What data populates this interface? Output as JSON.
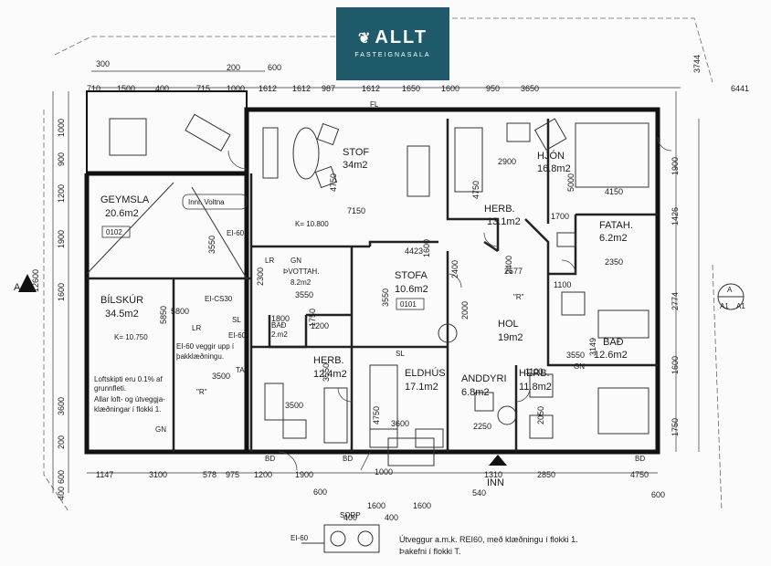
{
  "logo": {
    "brand": "ALLT",
    "tagline": "FASTEIGNASALA",
    "icon": "leaf-icon",
    "color": "#1f5a6b"
  },
  "rooms": {
    "stof_large": {
      "name": "STOF",
      "area": "34m2"
    },
    "hjon": {
      "name": "HJÓN",
      "area": "16.8m2"
    },
    "geymsla": {
      "name": "GEYMSLA",
      "area": "20.6m2"
    },
    "herb_top": {
      "name": "HERB.",
      "area": "13.1m2"
    },
    "fatah": {
      "name": "FATAH.",
      "area": "6.2m2"
    },
    "bilskur": {
      "name": "BÍLSKÚR",
      "area": "34.5m2"
    },
    "thvottah": {
      "name": "ÞVOTTAH.",
      "area": "8.2m2"
    },
    "stofa": {
      "name": "STOFA",
      "area": "10.6m2"
    },
    "hol": {
      "name": "HOL",
      "area": "19m2"
    },
    "bad": {
      "name": "BAÐ",
      "area": "12.6m2"
    },
    "bad_small": {
      "name": "BAÐ",
      "area": "2.m2"
    },
    "herb_mid": {
      "name": "HERB.",
      "area": "12.4m2"
    },
    "eldhus": {
      "name": "ELDHÚS",
      "area": "17.1m2"
    },
    "anddyri": {
      "name": "ANDDYRI",
      "area": "6.8m2"
    },
    "herb_right": {
      "name": "HERB.",
      "area": "11.8m2"
    }
  },
  "labels": {
    "innl_voltna": "Innl. Voltna",
    "ei60": "EI-60",
    "ei_cs30": "EI-CS30",
    "sl": "SL",
    "gn": "GN",
    "lr": "LR",
    "fl": "FL",
    "bd": "BD",
    "ta": "TA",
    "r": "\"R\"",
    "k_top": "K= 10.800",
    "k_bil": "K= 10.750",
    "code_0102": "0102",
    "code_0101": "0101",
    "inn": "INN",
    "sorp": "SORP",
    "garage_note_1": "EI-60 veggir upp í",
    "garage_note_2": "þakklæðningu.",
    "vent_note_1": "Loftskipti eru 0.1% af",
    "vent_note_2": "grunnfleti.",
    "vent_note_3": "Allar loft- og útveggja-",
    "vent_note_4": "klæðningar í flokki 1.",
    "bottom_note_1": "Útveggur a.m.k. REI60, með klæðningu í flokki 1.",
    "bottom_note_2": "Þakefni í flokki T."
  },
  "dimensions": {
    "top_row1": [
      "300",
      "200",
      "600"
    ],
    "top_row2": [
      "710",
      "1500",
      "400",
      "715",
      "1000",
      "1612",
      "1612",
      "987",
      "1612",
      "1650",
      "1600",
      "950",
      "3650"
    ],
    "right_outer": [
      "3744",
      "6441"
    ],
    "right_inner": [
      "1900",
      "1426",
      "2774",
      "1600",
      "1750"
    ],
    "left_outer": [
      "1000",
      "900",
      "1200",
      "1900",
      "1600",
      "3600",
      "200",
      "600",
      "400"
    ],
    "left_main": "12600",
    "bottom_row1": [
      "1147",
      "3100",
      "578",
      "975",
      "1200",
      "1900",
      "1310",
      "2850",
      "4750"
    ],
    "bottom_row2": [
      "600",
      "540",
      "600"
    ],
    "sorp_dims": [
      "1600",
      "1600",
      "400",
      "400"
    ],
    "interior": [
      "4750",
      "7150",
      "2900",
      "4750",
      "5000",
      "4150",
      "1700",
      "3550",
      "2350",
      "2300",
      "3550",
      "3550",
      "4423",
      "2577",
      "2400",
      "1600",
      "2000",
      "1100",
      "3550",
      "3149",
      "3500",
      "5850",
      "5800",
      "1800",
      "1750",
      "1200",
      "3500",
      "3550",
      "3600",
      "4750",
      "2250",
      "1100",
      "2050",
      "1000",
      "2400"
    ]
  },
  "section_markers": {
    "left": "A",
    "right": "A",
    "right_sub": [
      "A1",
      "A1"
    ]
  }
}
